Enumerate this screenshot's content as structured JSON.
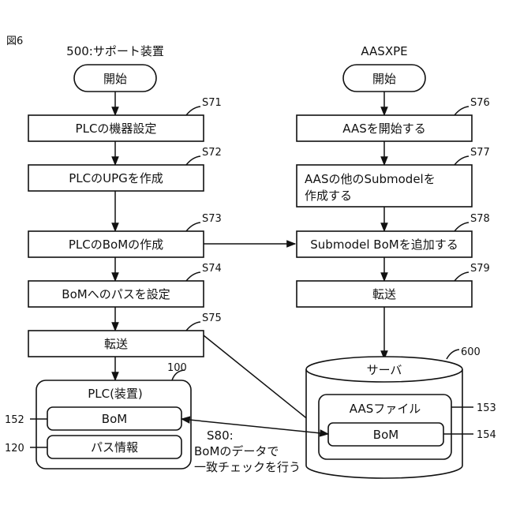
{
  "figure_label": "図6",
  "left": {
    "title": "500:サポート装置",
    "start": "開始",
    "steps": [
      {
        "id": "S71",
        "text": "PLCの機器設定"
      },
      {
        "id": "S72",
        "text": "PLCのUPGを作成"
      },
      {
        "id": "S73",
        "text": "PLCのBoMの作成"
      },
      {
        "id": "S74",
        "text": "BoMへのパスを設定"
      },
      {
        "id": "S75",
        "text": "転送"
      }
    ]
  },
  "right": {
    "title": "AASXPE",
    "start": "開始",
    "steps": [
      {
        "id": "S76",
        "text": "AASを開始する"
      },
      {
        "id": "S77",
        "text_line1": "AASの他のSubmodelを",
        "text_line2": "作成する"
      },
      {
        "id": "S78",
        "text": "Submodel BoMを追加する"
      },
      {
        "id": "S79",
        "text": "転送"
      }
    ]
  },
  "plc": {
    "ref": "100",
    "title": "PLC(装置)",
    "bom": {
      "ref": "152",
      "label": "BoM"
    },
    "path_info": {
      "ref": "120",
      "label": "パス情報"
    }
  },
  "server": {
    "ref": "600",
    "title": "サーバ",
    "aas_file": {
      "ref": "153",
      "label": "AASファイル"
    },
    "bom": {
      "ref": "154",
      "label": "BoM"
    }
  },
  "compare_note": {
    "id": "S80:",
    "line1": "BoMのデータで",
    "line2": "一致チェックを行う"
  }
}
